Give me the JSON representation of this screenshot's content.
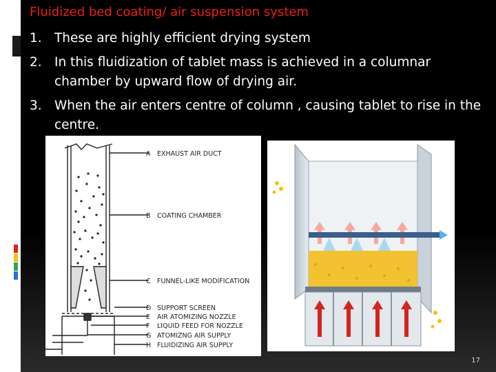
{
  "slide": {
    "title": "Fluidized bed coating/ air suspension system",
    "bullets": [
      {
        "num": "1.",
        "text": "These are highly efficient drying system"
      },
      {
        "num": "2.",
        "text": "In this fluidization of tablet mass is achieved in a columnar chamber by upward flow of drying air."
      },
      {
        "num": "3.",
        "text": "When the air enters centre of column , causing tablet to rise in the centre."
      }
    ],
    "page_number": "17"
  },
  "diagram_labels": {
    "a": {
      "letter": "A",
      "text": "EXHAUST AIR DUCT"
    },
    "b": {
      "letter": "B",
      "text": "COATING CHAMBER"
    },
    "c": {
      "letter": "C",
      "text": "FUNNEL-LIKE MODIFICATION"
    },
    "d": {
      "letter": "D",
      "text": "SUPPORT SCREEN"
    },
    "e": {
      "letter": "E",
      "text": "AIR ATOMIZING NOZZLE"
    },
    "f": {
      "letter": "F",
      "text": "LIQUID FEED FOR NOZZLE"
    },
    "g": {
      "letter": "G",
      "text": "ATOMIZNG AIR SUPPLY"
    },
    "h": {
      "letter": "H",
      "text": "FLUIDIZING AIR SUPPLY"
    }
  },
  "colors": {
    "title": "#e8211a",
    "accent_yellow": "#f4c20d",
    "accent_red": "#e02020",
    "accent_green": "#2fa84f",
    "accent_blue": "#2a6fd6",
    "background": "#000000"
  }
}
